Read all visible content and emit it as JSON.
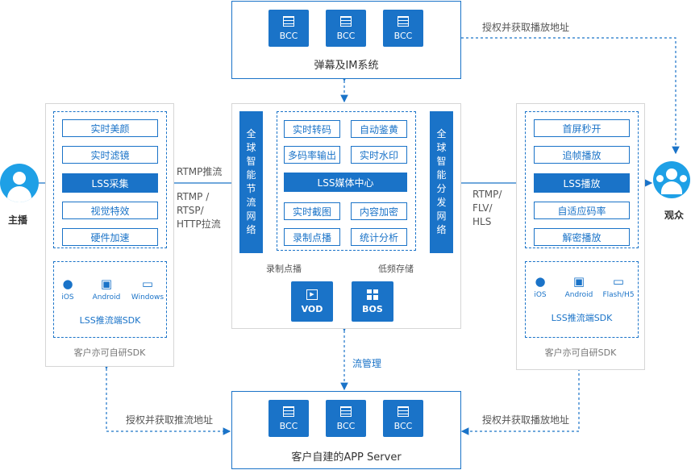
{
  "top_box": {
    "servers": [
      "BCC",
      "BCC",
      "BCC"
    ],
    "title": "弹幕及IM系统"
  },
  "bottom_box": {
    "servers": [
      "BCC",
      "BCC",
      "BCC"
    ],
    "title": "客户自建的APP Server"
  },
  "host": {
    "label": "主播"
  },
  "audience": {
    "label": "观众"
  },
  "left_panel": {
    "features": [
      "实时美颜",
      "实时滤镜",
      "LSS采集",
      "视觉特效",
      "硬件加速"
    ],
    "platforms": [
      "iOS",
      "Android",
      "Windows"
    ],
    "sdk_title": "LSS推流端SDK",
    "caption": "客户亦可自研SDK"
  },
  "right_panel": {
    "features": [
      "首屏秒开",
      "追帧播放",
      "LSS播放",
      "自适应码率",
      "解密播放"
    ],
    "platforms": [
      "iOS",
      "Android",
      "Flash/H5"
    ],
    "sdk_title": "LSS推流端SDK",
    "caption": "客户亦可自研SDK"
  },
  "center": {
    "left_bar": "全球智能节流网络",
    "right_bar": "全球智能分发网络",
    "features": [
      "实时转码",
      "自动鉴黄",
      "多码率输出",
      "实时水印",
      "LSS媒体中心",
      "实时截图",
      "内容加密",
      "录制点播",
      "统计分析"
    ],
    "vod": "VOD",
    "bos": "BOS",
    "vod_label": "录制点播",
    "bos_label": "低频存储"
  },
  "labels": {
    "rtmp_push": "RTMP推流",
    "rtmp_rtsp_http": [
      "RTMP /",
      "RTSP/",
      "HTTP拉流"
    ],
    "rtmp_flv_hls": [
      "RTMP/",
      "FLV/",
      "HLS"
    ],
    "auth_play_top": "授权并获取播放地址",
    "auth_push_bottom": "授权并获取推流地址",
    "auth_play_bottom": "授权并获取播放地址",
    "stream_mgmt": "流管理"
  }
}
